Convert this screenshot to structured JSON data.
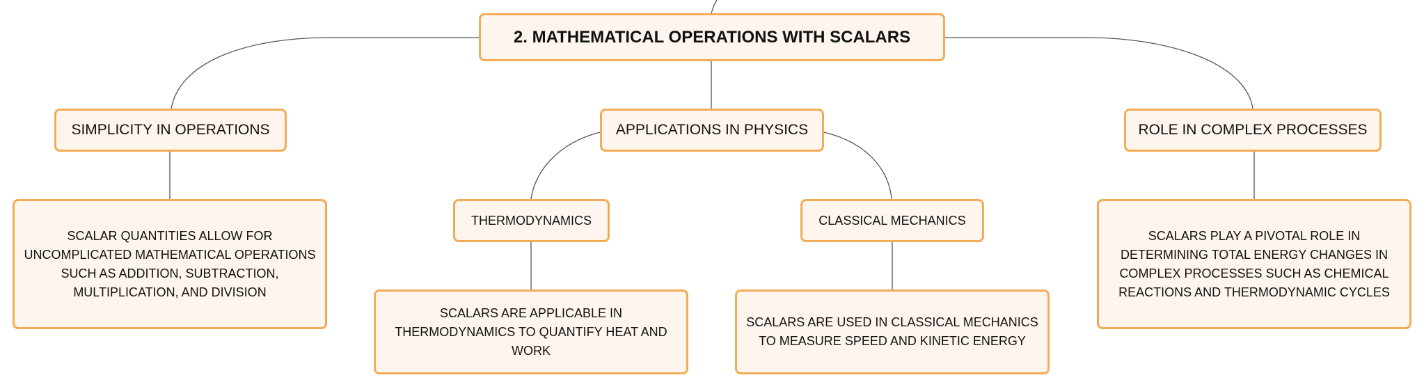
{
  "root": {
    "label": "2. MATHEMATICAL OPERATIONS WITH SCALARS"
  },
  "branches": [
    {
      "label": "SIMPLICITY IN OPERATIONS",
      "detail": "SCALAR QUANTITIES ALLOW FOR UNCOMPLICATED MATHEMATICAL OPERATIONS SUCH AS ADDITION, SUBTRACTION, MULTIPLICATION, AND DIVISION"
    },
    {
      "label": "APPLICATIONS IN PHYSICS",
      "children": [
        {
          "label": "THERMODYNAMICS",
          "detail": "SCALARS ARE APPLICABLE IN THERMODYNAMICS TO QUANTIFY HEAT AND WORK"
        },
        {
          "label": "CLASSICAL MECHANICS",
          "detail": "SCALARS ARE USED IN CLASSICAL MECHANICS TO MEASURE SPEED AND KINETIC ENERGY"
        }
      ]
    },
    {
      "label": "ROLE IN COMPLEX PROCESSES",
      "detail": "SCALARS PLAY A PIVOTAL ROLE IN DETERMINING TOTAL ENERGY CHANGES IN COMPLEX PROCESSES SUCH AS CHEMICAL REACTIONS AND THERMODYNAMIC CYCLES"
    }
  ],
  "colors": {
    "node_fill": "#fef6ee",
    "node_border": "#f2ac57",
    "connector": "#555555",
    "text": "#111111"
  }
}
